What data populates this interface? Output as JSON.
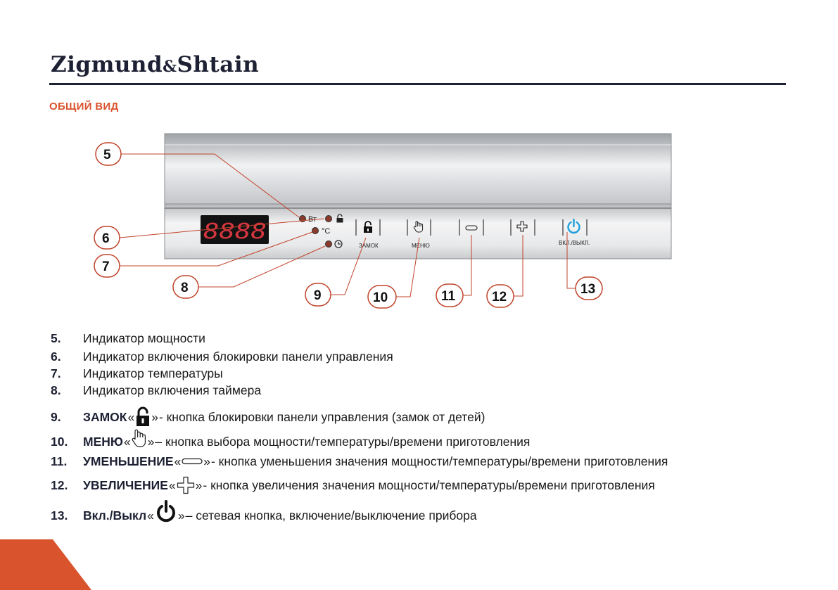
{
  "brand": {
    "name": "Zigmund",
    "amp": "&",
    "name2": "Shtain"
  },
  "section_title": "ОБЩИЙ ВИД",
  "panel": {
    "display": "8888",
    "indicators": {
      "power": "Вт",
      "temp": "°C"
    },
    "button_labels": {
      "lock": "ЗАМОК",
      "menu": "МЕНЮ",
      "onoff": "ВКЛ./ВЫКЛ."
    }
  },
  "callouts": [
    "5",
    "6",
    "7",
    "8",
    "9",
    "10",
    "11",
    "12",
    "13"
  ],
  "items": [
    {
      "num": "5.",
      "key": "",
      "text": "Индикатор мощности"
    },
    {
      "num": "6.",
      "key": "",
      "text": "Индикатор включения блокировки панели управления"
    },
    {
      "num": "7.",
      "key": "",
      "text": "Индикатор температуры"
    },
    {
      "num": "8.",
      "key": "",
      "text": "Индикатор включения таймера"
    },
    {
      "num": "9.",
      "key": "ЗАМОК",
      "open": "«",
      "close": "»",
      "text": " - кнопка блокировки панели управления (замок от детей)",
      "icon": "lock-icon"
    },
    {
      "num": "10.",
      "key": "МЕНЮ",
      "open": "«",
      "close": "»",
      "text": " – кнопка выбора мощности/температуры/времени приготовления",
      "icon": "hand-icon"
    },
    {
      "num": "11.",
      "key": "УМЕНЬШЕНИЕ",
      "open": "«",
      "close": "»",
      "text": " - кнопка уменьшения значения мощности/температуры/времени приготовления",
      "icon": "minus-icon"
    },
    {
      "num": "12.",
      "key": "УВЕЛИЧЕНИЕ",
      "open": "«",
      "close": "»",
      "text": " - кнопка увеличения значения мощности/температуры/времени приготовления",
      "icon": "plus-icon"
    },
    {
      "num": "13.",
      "key": "Вкл./Выкл",
      "open": "«",
      "close": "»",
      "text": "– сетевая кнопка, включение/выключение прибора",
      "icon": "power-icon"
    }
  ],
  "colors": {
    "accent": "#d9532d",
    "brand_dark": "#1e2133",
    "led_red": "#d6363f",
    "power_blue": "#1e9fdc"
  }
}
